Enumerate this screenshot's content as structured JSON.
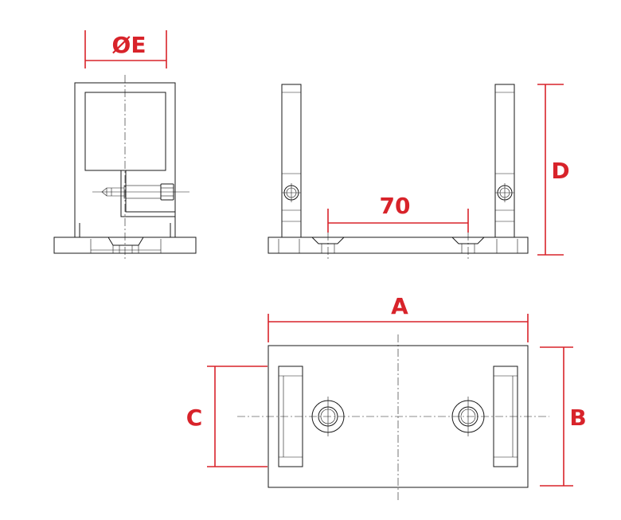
{
  "colors": {
    "dimension": "#d8232a",
    "linework": "#1a1a1a",
    "background": "#ffffff"
  },
  "dimensions": {
    "diameter_e": "ØE",
    "spacing": "70",
    "height_d": "D",
    "length_a": "A",
    "width_b": "B",
    "inner_c": "C"
  }
}
